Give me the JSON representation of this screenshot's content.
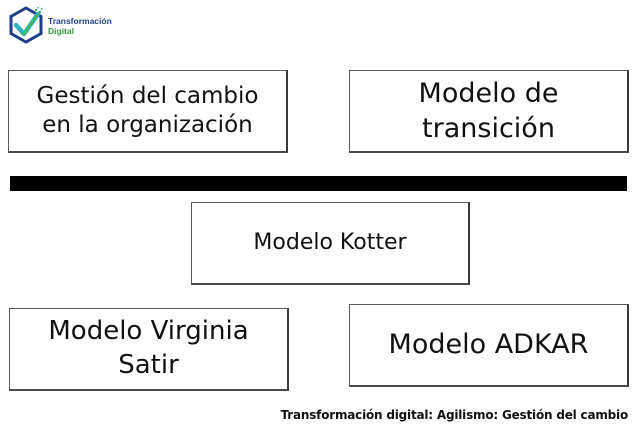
{
  "logo": {
    "line1": "Transformación",
    "line2": "Digital",
    "colors": {
      "hexagon": "#1f3f8a",
      "check_primary": "#2bb3c0",
      "check_secondary": "#3cba54",
      "text_line1": "#1f3f8a",
      "text_line2": "#2f9e3e"
    }
  },
  "diagram": {
    "top_left": {
      "lines": [
        "Gestión del cambio",
        "en la organización"
      ]
    },
    "top_right": {
      "lines": [
        "Modelo de",
        "transición"
      ]
    },
    "separator_color": "#000000",
    "center": {
      "lines": [
        "Modelo Kotter"
      ]
    },
    "bottom_left": {
      "lines": [
        "Modelo Virginia",
        "Satir"
      ]
    },
    "bottom_right": {
      "lines": [
        "Modelo ADKAR"
      ]
    }
  },
  "footer": {
    "caption": "Transformación digital: Agilismo: Gestión del cambio"
  }
}
